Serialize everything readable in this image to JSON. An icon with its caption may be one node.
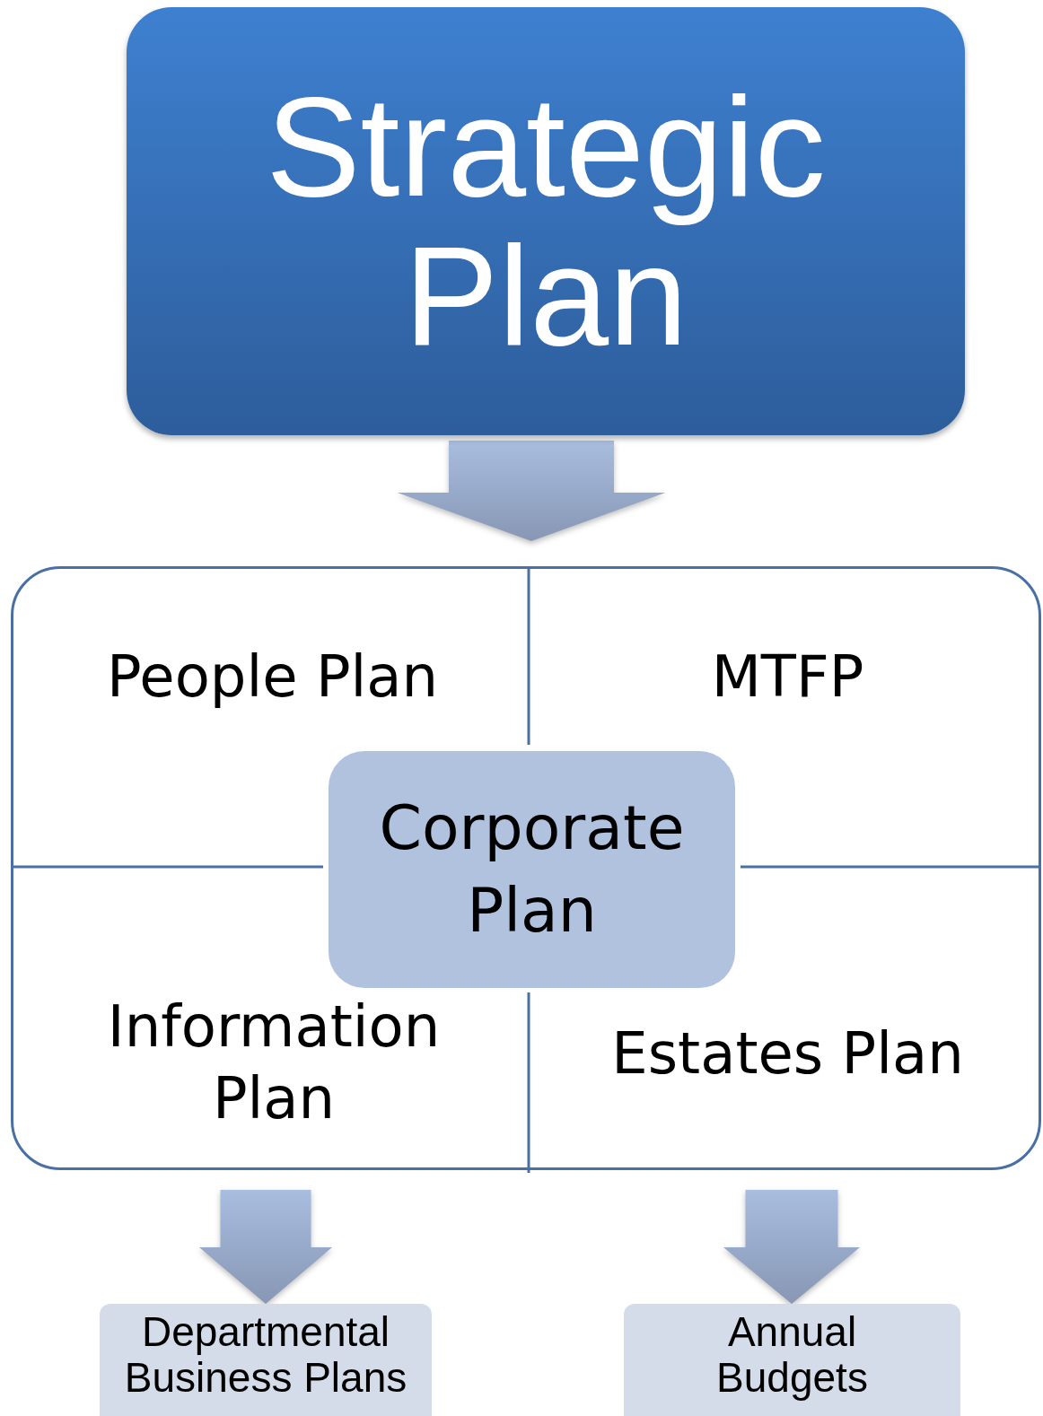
{
  "diagram": {
    "nodes": [
      {
        "text": [
          "Strategic Plan"
        ]
      },
      {
        "text": [],
        "shape": "box"
      },
      {
        "text": [
          "People Plan"
        ],
        "in": 1
      },
      {
        "text": [
          "MTFP"
        ],
        "in": 1
      },
      {
        "text": [
          "Corporate Plan"
        ],
        "in": 1
      },
      {
        "text": [
          "Information Plan"
        ],
        "in": 1
      },
      {
        "text": [
          "Estates Plan"
        ],
        "in": 1
      },
      {
        "text": [
          "Departmental Business Plans"
        ]
      },
      {
        "text": [
          "Annual Budgets"
        ]
      }
    ],
    "edges": [
      {
        "from": 0,
        "to": 1,
        "arrow": "to",
        "style": "thick"
      },
      {
        "from": 1,
        "to": 7,
        "arrow": "to",
        "style": "thick"
      },
      {
        "from": 1,
        "to": 8,
        "arrow": "to",
        "style": "thick"
      }
    ]
  }
}
